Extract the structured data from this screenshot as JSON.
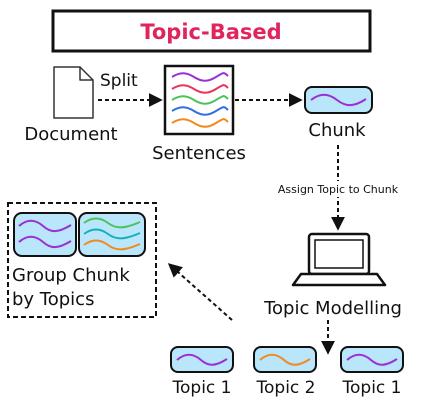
{
  "title": "Topic-Based",
  "labels": {
    "split": "Split",
    "document": "Document",
    "sentences": "Sentences",
    "chunk": "Chunk",
    "assign": "Assign Topic to Chunk",
    "group_line1": "Group Chunk",
    "group_line2": "by Topics",
    "topic_modelling": "Topic Modelling",
    "topic_a": "Topic 1",
    "topic_b": "Topic 2",
    "topic_c": "Topic 1"
  },
  "colors": {
    "title": "#e0245e",
    "chunk_fill": "#b9e6fb",
    "stroke": "#111111",
    "purple": "#9b2fd6",
    "red": "#e8345a",
    "orange": "#f08a1c",
    "green": "#4cc25c",
    "blue": "#2f6fe0",
    "teal": "#18b0b8"
  }
}
